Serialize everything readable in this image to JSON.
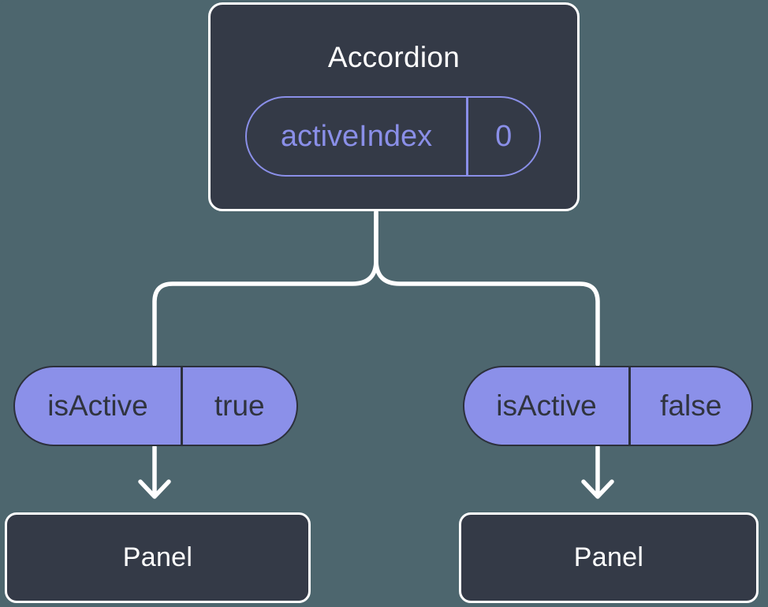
{
  "diagram": {
    "colors": {
      "background": "#4d666e",
      "node_fill": "#343a47",
      "node_border": "#ffffff",
      "pill_fill": "#8b90e9",
      "pill_outline": "#8a8fe8",
      "pill_dark_border": "#2c303b",
      "pill_dark_text": "#30343f",
      "connector": "#ffffff"
    },
    "root": {
      "title": "Accordion",
      "state": {
        "name": "activeIndex",
        "value": "0"
      }
    },
    "children": [
      {
        "prop": {
          "name": "isActive",
          "value": "true"
        },
        "title": "Panel"
      },
      {
        "prop": {
          "name": "isActive",
          "value": "false"
        },
        "title": "Panel"
      }
    ]
  }
}
